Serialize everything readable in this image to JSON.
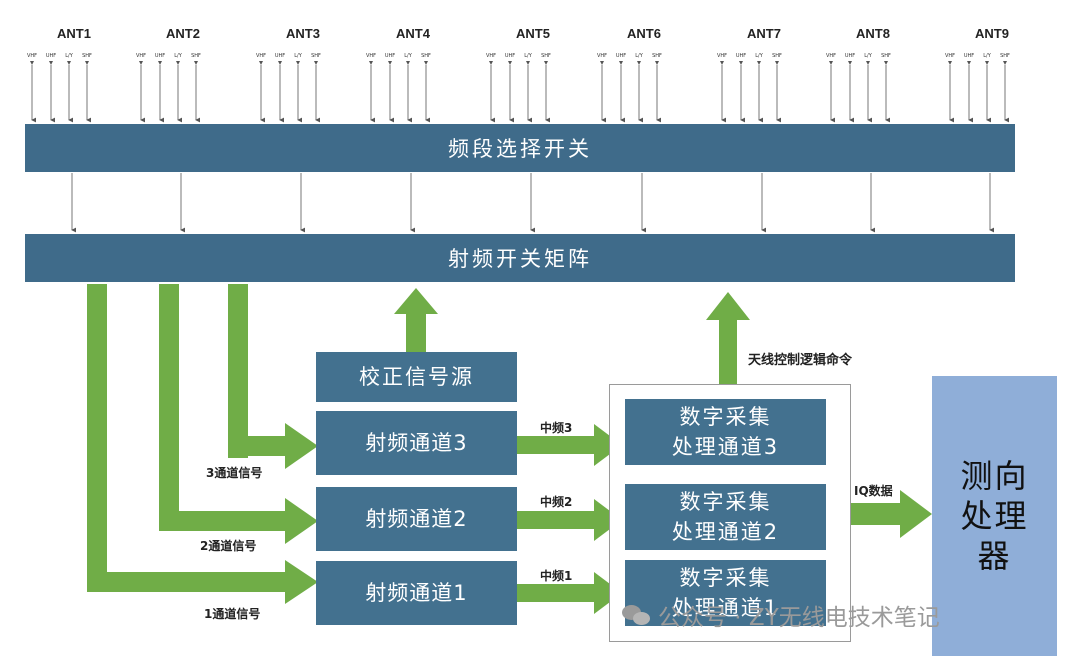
{
  "antennas": [
    "ANT1",
    "ANT2",
    "ANT3",
    "ANT4",
    "ANT5",
    "ANT6",
    "ANT7",
    "ANT8",
    "ANT9"
  ],
  "antenna_ports": [
    "VHF",
    "UHF",
    "L/Y",
    "SHF"
  ],
  "band_switch": "频段选择开关",
  "rf_matrix": "射频开关矩阵",
  "calibration_source": "校正信号源",
  "rf_channels": [
    "射频通道3",
    "射频通道2",
    "射频通道1"
  ],
  "channel_signals": [
    "3通道信号",
    "2通道信号",
    "1通道信号"
  ],
  "if_labels": [
    "中频3",
    "中频2",
    "中频1"
  ],
  "digital_channels": [
    {
      "line1": "数字采集",
      "line2": "处理通道3"
    },
    {
      "line1": "数字采集",
      "line2": "处理通道2"
    },
    {
      "line1": "数字采集",
      "line2": "处理通道1"
    }
  ],
  "antenna_control_cmd": "天线控制逻辑命令",
  "iq_label": "IQ数据",
  "processor": [
    "测向",
    "处理",
    "器"
  ],
  "watermark": "公众号 · ZY无线电技术笔记",
  "colors": {
    "bar": "#3f6b8a",
    "box": "#43718f",
    "arrow": "#70ad47",
    "processor": "#8faed8"
  }
}
